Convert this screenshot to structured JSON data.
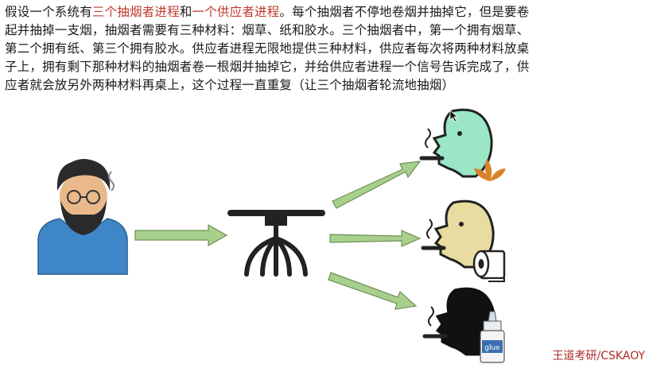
{
  "description": {
    "line1_a": "假设一个系统有",
    "line1_hl1": "三个抽烟者进程",
    "line1_b": "和",
    "line1_hl2": "一个供应者进程",
    "line1_c": "。每个抽烟者不停地卷烟并抽掉它，但是要卷",
    "line2": "起并抽掉一支烟，抽烟者需要有三种材料：烟草、纸和胶水。三个抽烟者中，第一个拥有烟草、",
    "line3": "第二个拥有纸、第三个拥有胶水。供应者进程无限地提供三种材料，供应者每次将两种材料放桌",
    "line4": "子上，拥有剩下那种材料的抽烟者卷一根烟并抽掉它，并给供应者进程一个信号告诉完成了，供",
    "line5": "应者就会放另外两种材料再桌上，这个过程一直重复（让三个抽烟者轮流地抽烟）"
  },
  "figure": {
    "glue_label": "glue",
    "colors": {
      "arrow_fill": "#a8d08d",
      "arrow_stroke": "#6e8f55",
      "smoker1_face": "#9be6c7",
      "smoker2_face": "#e8dca0",
      "smoker3_face": "#111111",
      "supplier_shirt": "#3f86c8",
      "tobacco": "#d9832b",
      "highlight_text": "#c0392b"
    }
  },
  "watermark": "王道考研/CSKAOY"
}
